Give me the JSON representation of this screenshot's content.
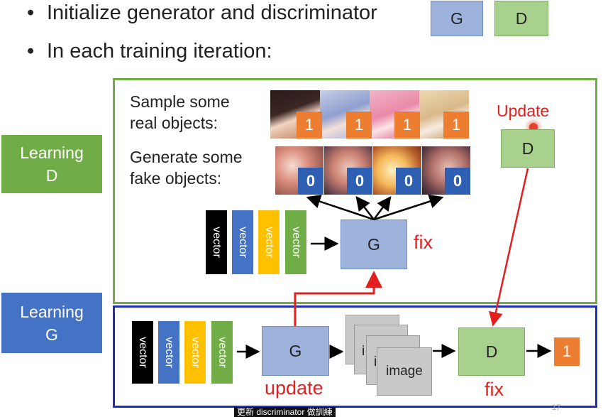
{
  "bullets": [
    "Initialize generator and discriminator",
    "In each training iteration:"
  ],
  "legend": {
    "g": "G",
    "d": "D"
  },
  "learning_d": {
    "side_label_line1": "Learning",
    "side_label_line2": "D",
    "sample_text_line1": "Sample some",
    "sample_text_line2": "real objects:",
    "generate_text_line1": "Generate some",
    "generate_text_line2": "fake objects:",
    "real_labels": [
      "1",
      "1",
      "1",
      "1"
    ],
    "fake_labels": [
      "0",
      "0",
      "0",
      "0"
    ],
    "vectors": [
      "vector",
      "vector",
      "vector",
      "vector"
    ],
    "generator": "G",
    "generator_status": "fix",
    "update_label": "Update",
    "discriminator": "D"
  },
  "learning_g": {
    "side_label_line1": "Learning",
    "side_label_line2": "G",
    "vectors": [
      "vector",
      "vector",
      "vector",
      "vector"
    ],
    "generator": "G",
    "generator_status": "update",
    "image_label": "image",
    "image_stub": "i",
    "discriminator": "D",
    "discriminator_status": "fix",
    "output": "1"
  },
  "caption": "更新 discriminator 做訓練",
  "page_number": "17",
  "colors": {
    "green": "#70ad47",
    "blue": "#4472c4",
    "frame_blue": "#1f2fb8",
    "orange": "#ed7d31",
    "gold": "#ffc000",
    "red": "#e21f1f",
    "g_box": "#9eb3db",
    "d_box": "#a9d18e"
  }
}
